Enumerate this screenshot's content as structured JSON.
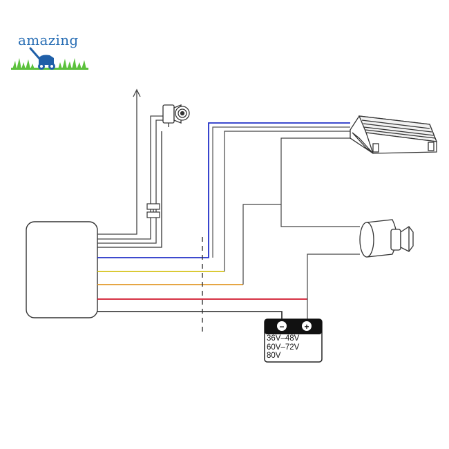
{
  "logo": {
    "text": "amazing",
    "text_color": "#2a6fb5",
    "grass_color": "#5cc13c",
    "mower_color": "#1f5fa8"
  },
  "diagram": {
    "wire_colors": {
      "blue": "#2230c8",
      "yellow": "#d4c21a",
      "orange": "#e39a2a",
      "red": "#d0142a",
      "black": "#222222",
      "gray": "#555555"
    },
    "battery": {
      "negative_symbol": "−",
      "positive_symbol": "+",
      "voltage_lines": [
        "36V–48V",
        "60V–72V",
        "80V"
      ]
    }
  }
}
